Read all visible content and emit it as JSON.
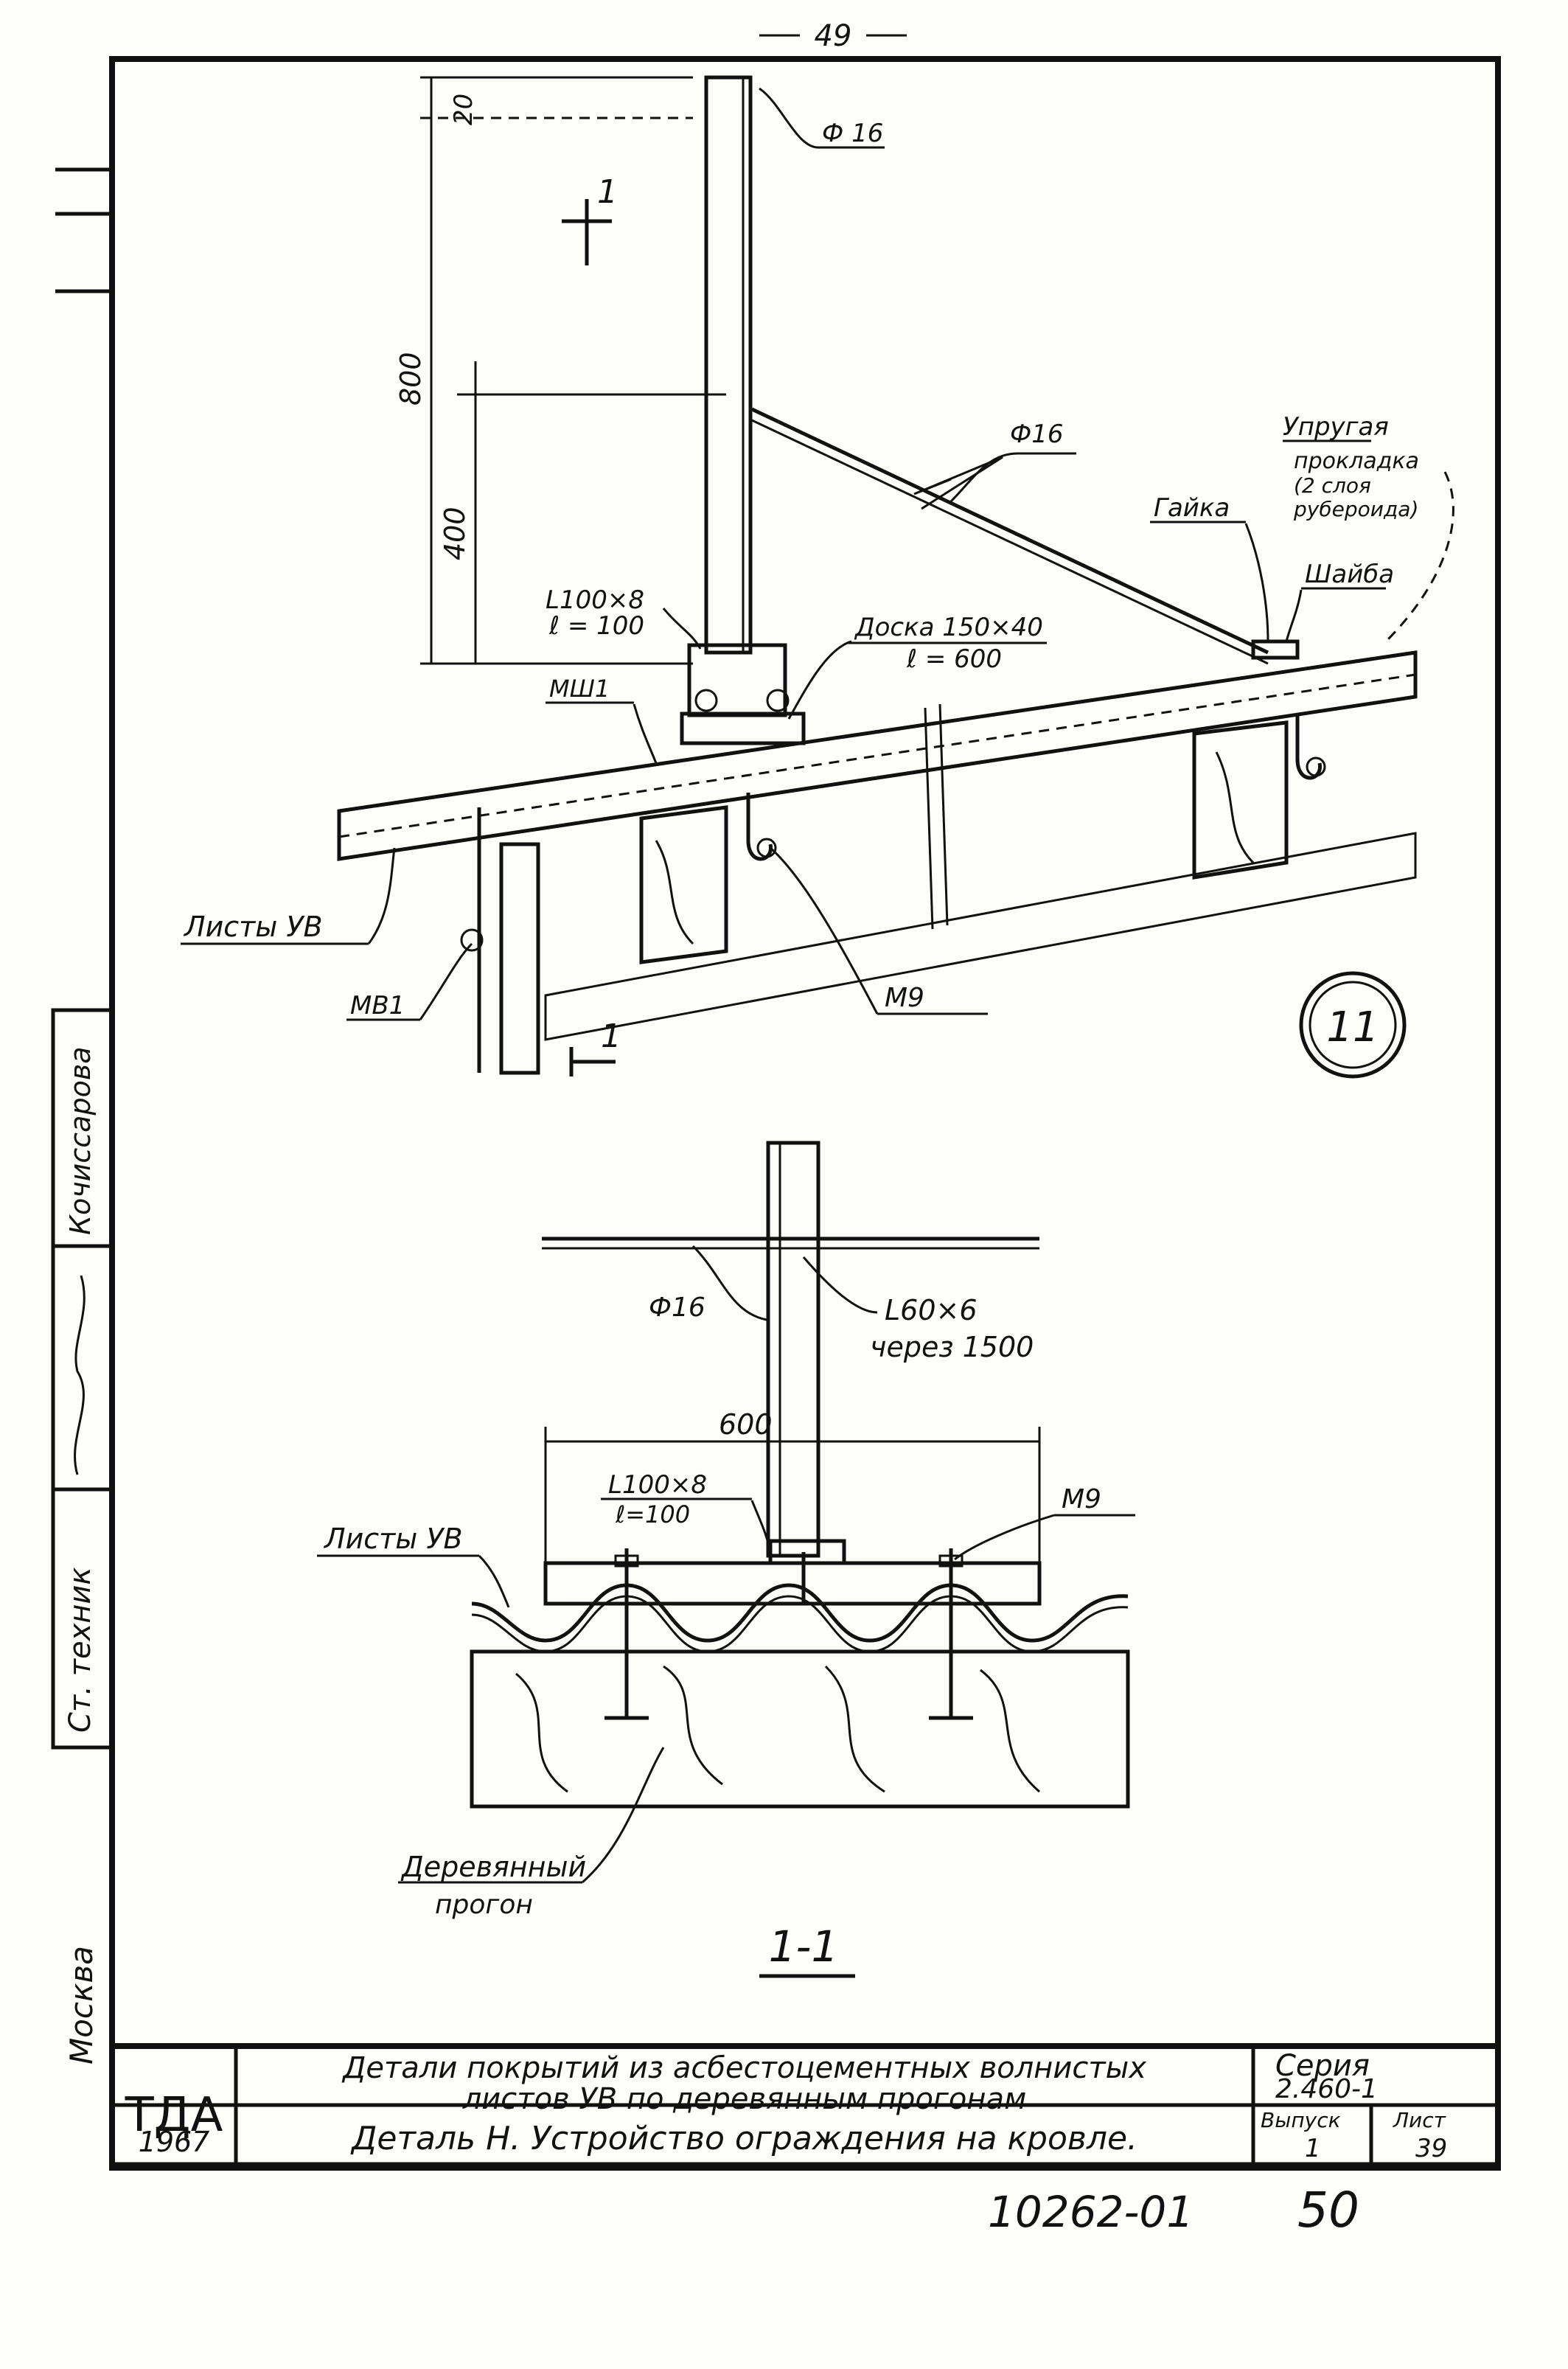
{
  "sheet": {
    "page_number_top": "49",
    "stamp_bottom": "10262-01",
    "sheet_number_bottom": "50"
  },
  "sidebar": {
    "city": "Москва",
    "role_1": "Ст. техник",
    "role_2": "Кочиссарова"
  },
  "title_block": {
    "org": "ТДА",
    "year": "1967",
    "title_line_1": "Детали покрытий из асбестоцементных волнистых",
    "title_line_2": "листов УВ по деревянным прогонам",
    "subtitle": "Деталь Н. Устройство ограждения на кровле.",
    "series_label": "Серия",
    "series_value": "2.460-1",
    "issue_label": "Выпуск",
    "issue_value": "1",
    "sheet_label": "Лист",
    "sheet_value": "39"
  },
  "detail_top": {
    "dim_20": "20",
    "dim_800": "800",
    "dim_400": "400",
    "section_mark_top": "1",
    "section_mark_bottom": "1",
    "rod_top": "Ф 16",
    "rod_brace": "Ф16",
    "angle_label_1": "L100×8",
    "angle_label_2": "ℓ = 100",
    "board_label_1": "Доска 150×40",
    "board_label_2": "ℓ = 600",
    "mshl": "МШ1",
    "sheets": "Листы УВ",
    "mv1": "МВ1",
    "m9": "М9",
    "nut": "Гайка",
    "gasket_1": "Упругая",
    "gasket_2": "прокладка",
    "gasket_3": "(2 слоя",
    "gasket_4": "рубероида)",
    "washer": "Шайба",
    "detail_number": "11"
  },
  "section_1_1": {
    "rod": "Ф16",
    "angle_small_1": "L60×6",
    "angle_small_2": "через 1500",
    "dim_600": "600",
    "angle_label_1": "L100×8",
    "angle_label_2": "ℓ=100",
    "m9": "М9",
    "sheets": "Листы УВ",
    "purlin_1": "Деревянный",
    "purlin_2": "прогон",
    "section_title": "1-1"
  }
}
